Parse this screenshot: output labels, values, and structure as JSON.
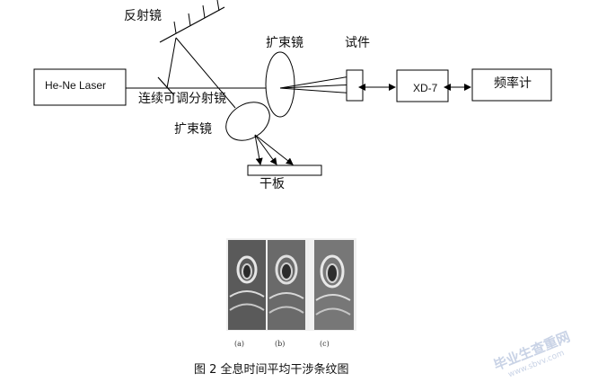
{
  "labels": {
    "reflector": "反射镜",
    "laser": "He-Ne Laser",
    "beam_expander_top": "扩束镜",
    "sample": "试件",
    "xd7": "XD-7",
    "freq_meter": "频率计",
    "splitter": "连续可调分射镜",
    "beam_expander_bottom": "扩束镜",
    "plate": "干板"
  },
  "photo": {
    "panel_a": "(a)",
    "panel_b": "(b)",
    "panel_c": "(c)"
  },
  "caption": "图 2   全息时间平均干涉条纹图",
  "watermark": {
    "main": "毕业生查重网",
    "url": "www.sbvv.com"
  },
  "colors": {
    "line": "#000000",
    "photo_bg": "#e8e8e8"
  }
}
